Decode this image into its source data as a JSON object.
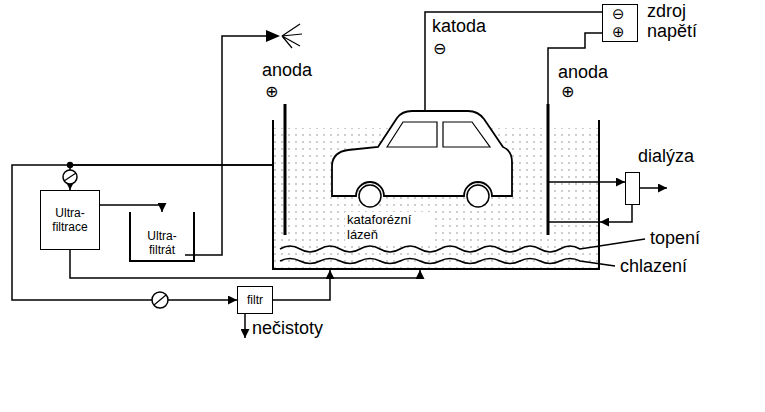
{
  "diagram": {
    "nodes": [
      {
        "text": [
          "Ultra- filtrace"
        ]
      },
      {
        "text": [
          "Ultra- filtrát"
        ]
      },
      {
        "text": [
          "filtr"
        ]
      },
      {
        "text": [
          "kataforézní lázeň"
        ]
      },
      {
        "text": [
          "⊖",
          "⊕",
          "zdroj napětí"
        ]
      },
      {
        "text": [
          "dialýza"
        ]
      }
    ],
    "edges": [
      {
        "from": 3,
        "to": 0,
        "arrow": "to"
      },
      {
        "from": 0,
        "to": 1,
        "arrow": "to"
      },
      {
        "from": 0,
        "to": 3,
        "arrow": "to"
      },
      {
        "from": 3,
        "to": 2,
        "arrow": "to"
      },
      {
        "from": 2,
        "to": 3,
        "arrow": "to"
      },
      {
        "from": 3,
        "to": 5,
        "arrow": "to"
      },
      {
        "from": 5,
        "to": 3,
        "arrow": "to"
      }
    ],
    "labels": [
      "katoda",
      "⊖",
      "anoda",
      "⊕",
      "anoda",
      "⊕",
      "topení",
      "chlazení",
      "nečistoty"
    ]
  }
}
